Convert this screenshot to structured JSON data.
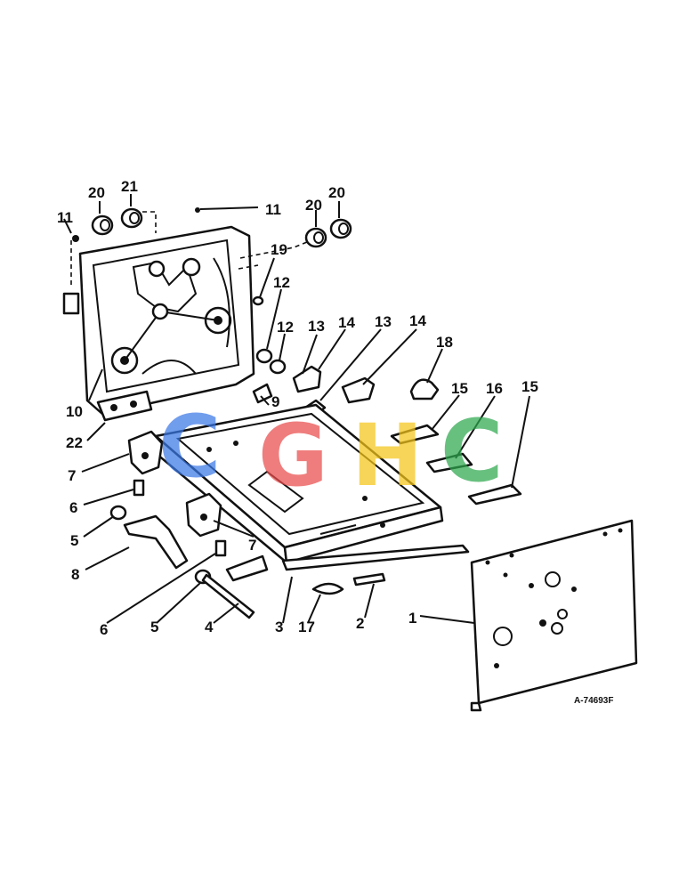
{
  "callouts": {
    "c20a": "20",
    "c21": "21",
    "c11a": "11",
    "c11b": "11",
    "c20b": "20",
    "c20c": "20",
    "c19": "19",
    "c12a": "12",
    "c12b": "12",
    "c13a": "13",
    "c14a": "14",
    "c13b": "13",
    "c14b": "14",
    "c18": "18",
    "c15a": "15",
    "c16": "16",
    "c15b": "15",
    "c10": "10",
    "c9": "9",
    "c22": "22",
    "c7a": "7",
    "c6a": "6",
    "c5a": "5",
    "c8": "8",
    "c7b": "7",
    "c6b": "6",
    "c5b": "5",
    "c4": "4",
    "c3": "3",
    "c17": "17",
    "c2": "2",
    "c1": "1"
  },
  "figure_id": "A-74693F",
  "watermark": {
    "letters": [
      "C",
      "G",
      "H",
      "C"
    ],
    "colors": [
      "#3b78e7",
      "#ea4c4c",
      "#f5c518",
      "#2fa84f"
    ]
  }
}
